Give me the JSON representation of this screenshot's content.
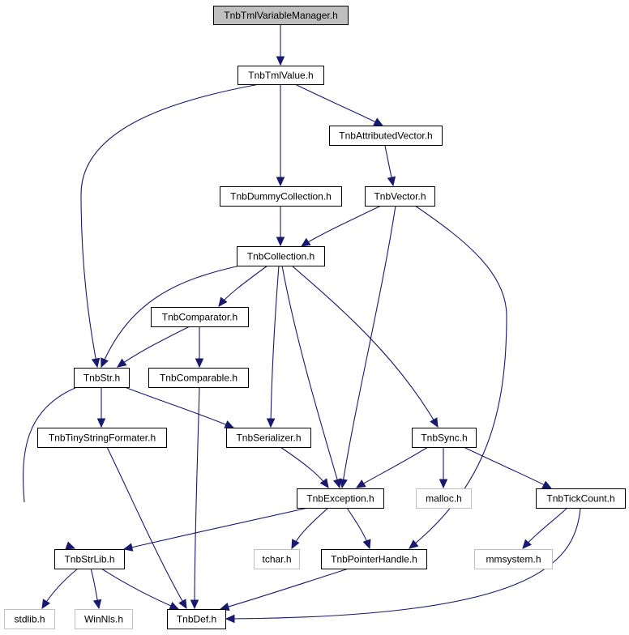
{
  "colors": {
    "edge": "#191970",
    "root_fill": "#bfbfbf",
    "node_fill": "#ffffff",
    "node_border": "#000000",
    "external_border": "#bfbfbf",
    "external_text": "#7f7f7f"
  },
  "nodes": [
    {
      "id": "n1",
      "label": "TnbTmlVariableManager.h",
      "kind": "root"
    },
    {
      "id": "n2",
      "label": "TnbTmlValue.h",
      "kind": "header"
    },
    {
      "id": "n3",
      "label": "TnbAttributedVector.h",
      "kind": "header"
    },
    {
      "id": "n4",
      "label": "TnbDummyCollection.h",
      "kind": "header"
    },
    {
      "id": "n5",
      "label": "TnbVector.h",
      "kind": "header"
    },
    {
      "id": "n6",
      "label": "TnbCollection.h",
      "kind": "header"
    },
    {
      "id": "n7",
      "label": "TnbComparator.h",
      "kind": "header"
    },
    {
      "id": "n8",
      "label": "TnbStr.h",
      "kind": "header"
    },
    {
      "id": "n9",
      "label": "TnbComparable.h",
      "kind": "header"
    },
    {
      "id": "n10",
      "label": "TnbTinyStringFormater.h",
      "kind": "header"
    },
    {
      "id": "n11",
      "label": "TnbSerializer.h",
      "kind": "header"
    },
    {
      "id": "n12",
      "label": "TnbSync.h",
      "kind": "header"
    },
    {
      "id": "n13",
      "label": "TnbException.h",
      "kind": "header"
    },
    {
      "id": "n14",
      "label": "malloc.h",
      "kind": "external"
    },
    {
      "id": "n15",
      "label": "TnbTickCount.h",
      "kind": "header"
    },
    {
      "id": "n16",
      "label": "TnbStrLib.h",
      "kind": "header"
    },
    {
      "id": "n17",
      "label": "tchar.h",
      "kind": "external"
    },
    {
      "id": "n18",
      "label": "TnbPointerHandle.h",
      "kind": "header"
    },
    {
      "id": "n19",
      "label": "mmsystem.h",
      "kind": "external"
    },
    {
      "id": "n20",
      "label": "stdlib.h",
      "kind": "external"
    },
    {
      "id": "n21",
      "label": "WinNls.h",
      "kind": "external"
    },
    {
      "id": "n22",
      "label": "TnbDef.h",
      "kind": "header"
    }
  ],
  "edges": [
    {
      "from": "n1",
      "to": "n2"
    },
    {
      "from": "n2",
      "to": "n3"
    },
    {
      "from": "n2",
      "to": "n4"
    },
    {
      "from": "n2",
      "to": "n8"
    },
    {
      "from": "n3",
      "to": "n5"
    },
    {
      "from": "n4",
      "to": "n6"
    },
    {
      "from": "n5",
      "to": "n6"
    },
    {
      "from": "n5",
      "to": "n13"
    },
    {
      "from": "n5",
      "to": "n18"
    },
    {
      "from": "n6",
      "to": "n7"
    },
    {
      "from": "n6",
      "to": "n8"
    },
    {
      "from": "n6",
      "to": "n11"
    },
    {
      "from": "n6",
      "to": "n13"
    },
    {
      "from": "n6",
      "to": "n12"
    },
    {
      "from": "n7",
      "to": "n8"
    },
    {
      "from": "n7",
      "to": "n9"
    },
    {
      "from": "n8",
      "to": "n10"
    },
    {
      "from": "n8",
      "to": "n11"
    },
    {
      "from": "n8",
      "to": "n16"
    },
    {
      "from": "n9",
      "to": "n22"
    },
    {
      "from": "n10",
      "to": "n22"
    },
    {
      "from": "n11",
      "to": "n13"
    },
    {
      "from": "n12",
      "to": "n13"
    },
    {
      "from": "n12",
      "to": "n14"
    },
    {
      "from": "n12",
      "to": "n15"
    },
    {
      "from": "n13",
      "to": "n16"
    },
    {
      "from": "n13",
      "to": "n17"
    },
    {
      "from": "n13",
      "to": "n18"
    },
    {
      "from": "n15",
      "to": "n19"
    },
    {
      "from": "n15",
      "to": "n22"
    },
    {
      "from": "n16",
      "to": "n20"
    },
    {
      "from": "n16",
      "to": "n21"
    },
    {
      "from": "n16",
      "to": "n22"
    },
    {
      "from": "n18",
      "to": "n22"
    }
  ]
}
